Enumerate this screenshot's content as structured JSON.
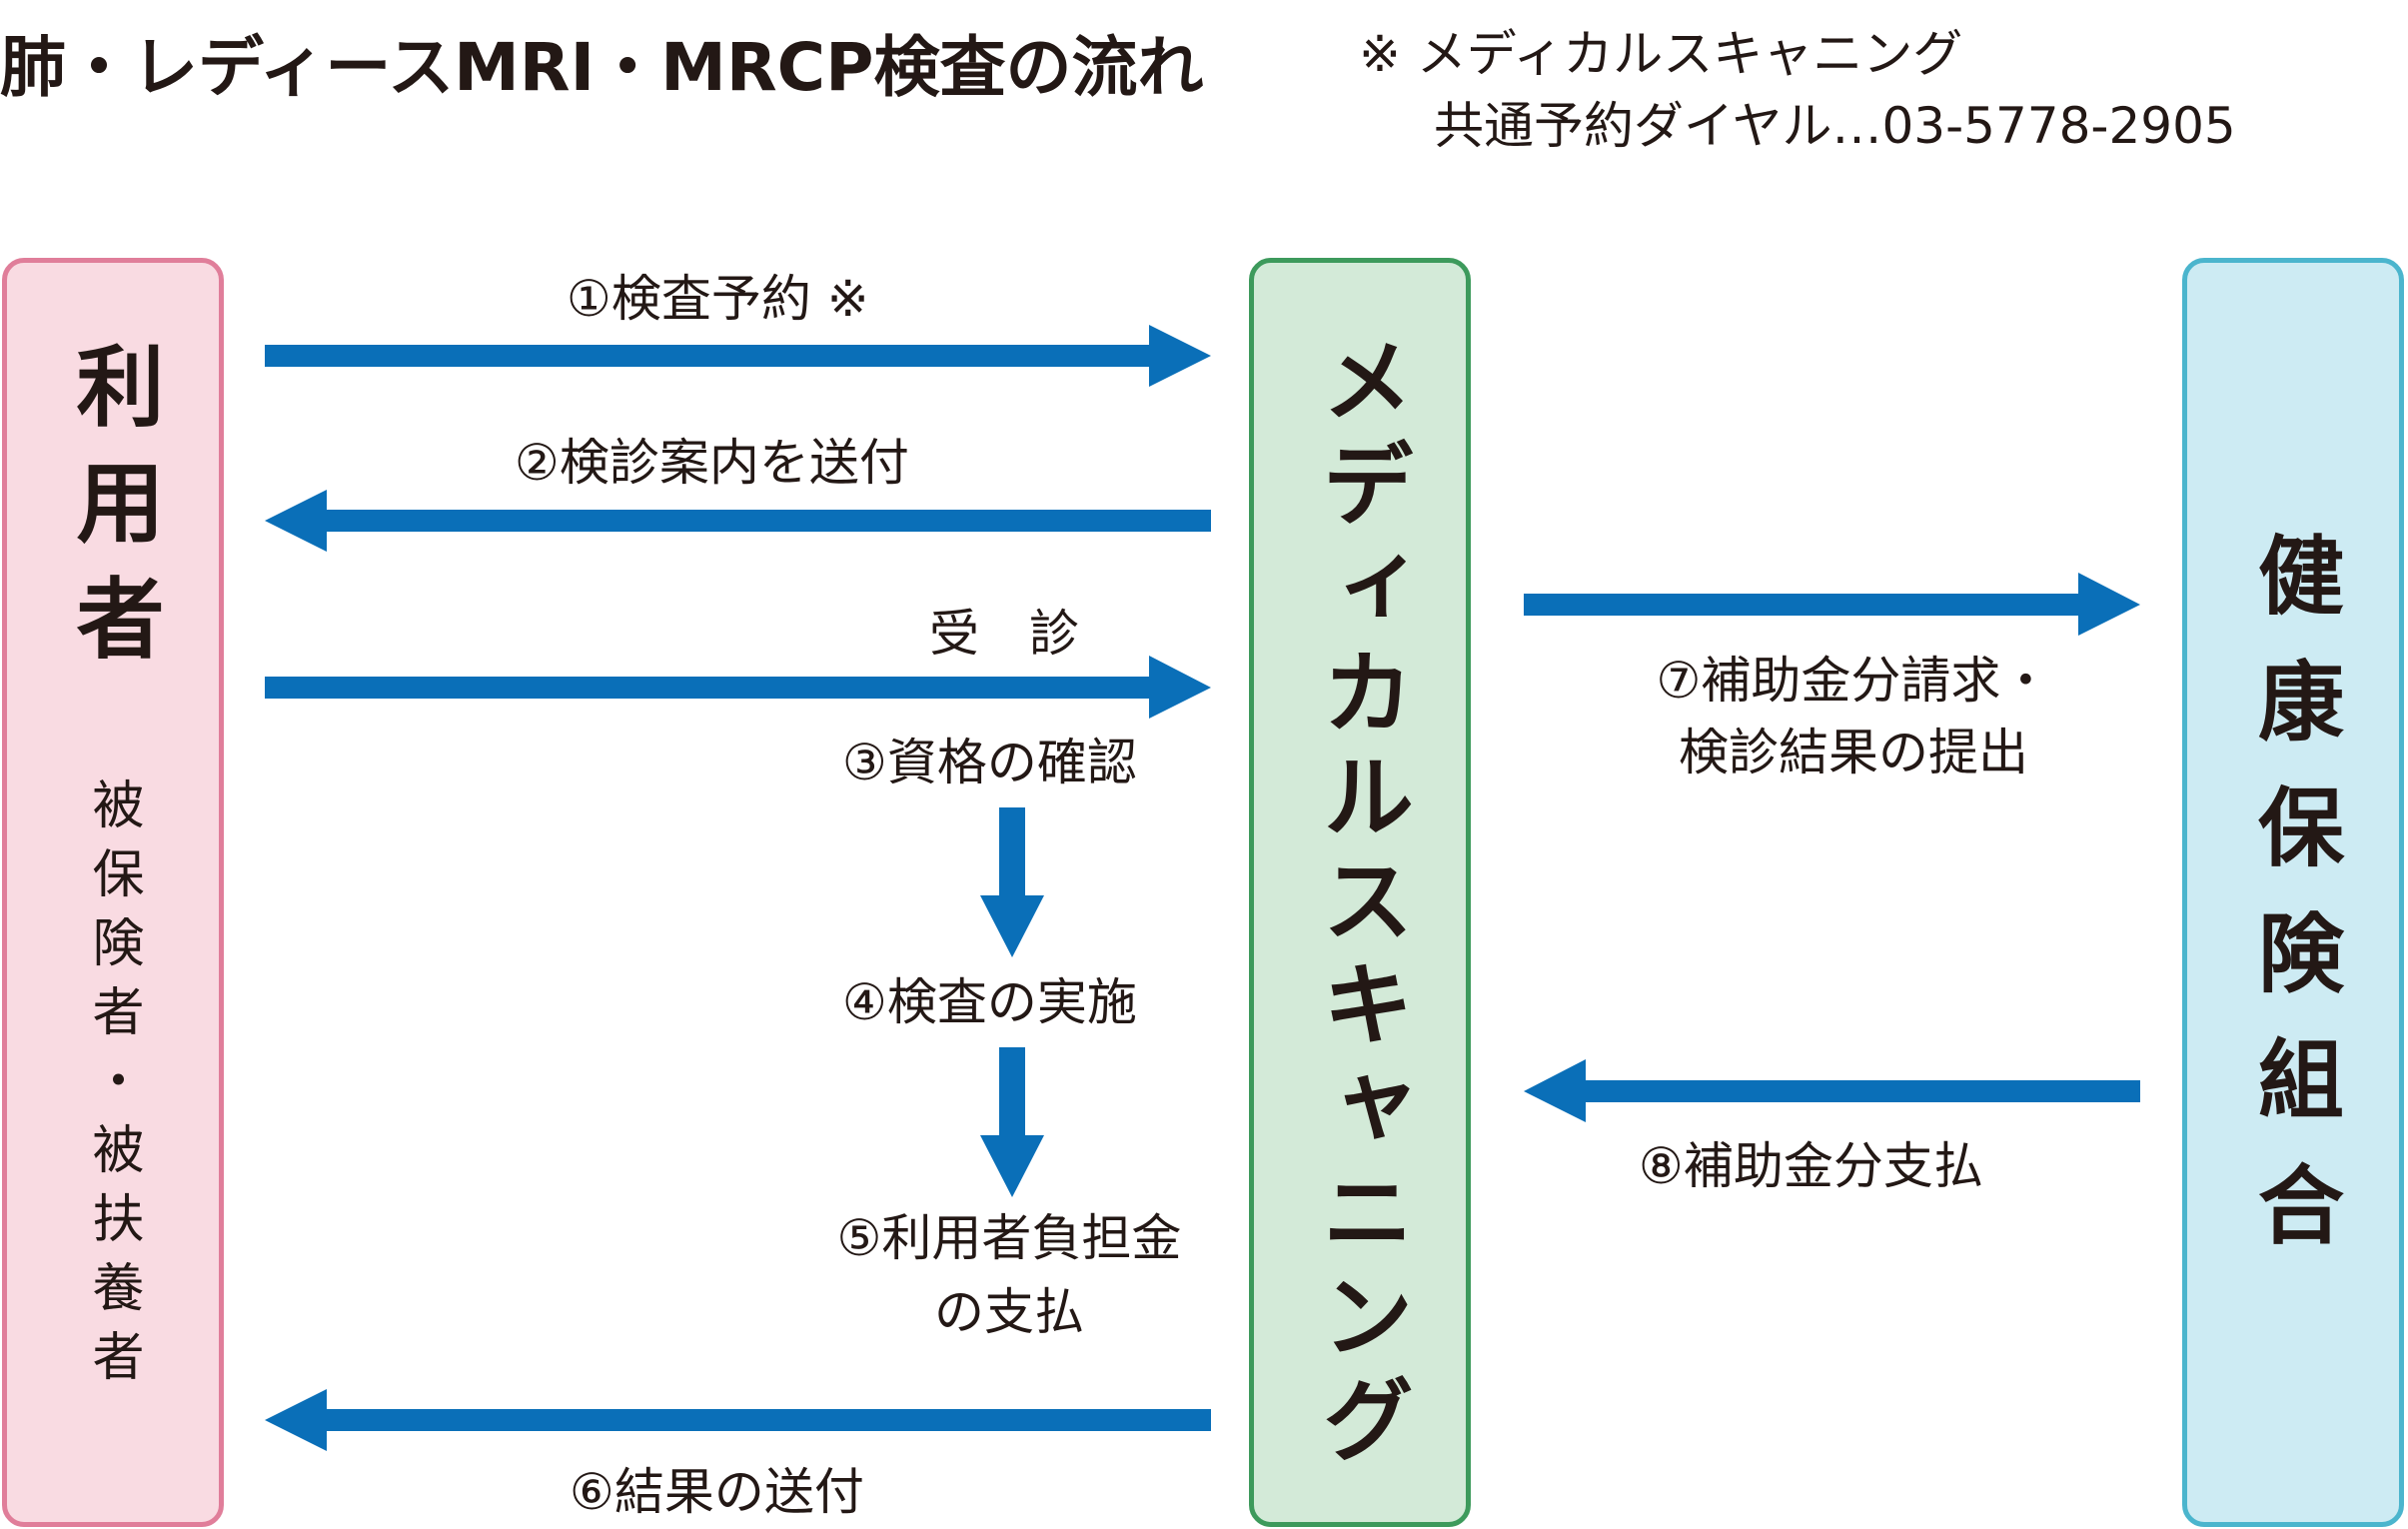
{
  "title": "肺・レディースMRI・MRCP検査の流れ",
  "note": {
    "line1": "※ メディカルスキャニング",
    "line2": "共通予約ダイヤル…03-5778-2905"
  },
  "colors": {
    "arrow": "#0a6fb8",
    "user_fill": "#f9dbe2",
    "user_border": "#e07e9a",
    "clinic_fill": "#d3ead8",
    "clinic_border": "#3d9a5c",
    "insurer_fill": "#cdebf3",
    "insurer_border": "#4bb5cd"
  },
  "boxes": {
    "user": {
      "title": "利用者",
      "subtitle": "被保険者・被扶養者"
    },
    "clinic": {
      "title": "メディカルスキャニング"
    },
    "insurer": {
      "title": "健康保険組合"
    }
  },
  "steps": {
    "s1": "①検査予約 ※",
    "s2": "②検診案内を送付",
    "visit": "受　診",
    "s3": "③資格の確認",
    "s4": "④検査の実施",
    "s5_line1": "⑤利用者負担金",
    "s5_line2": "の支払",
    "s6": "⑥結果の送付",
    "s7_line1": "⑦補助金分請求・",
    "s7_line2": "検診結果の提出",
    "s8": "⑧補助金分支払"
  }
}
